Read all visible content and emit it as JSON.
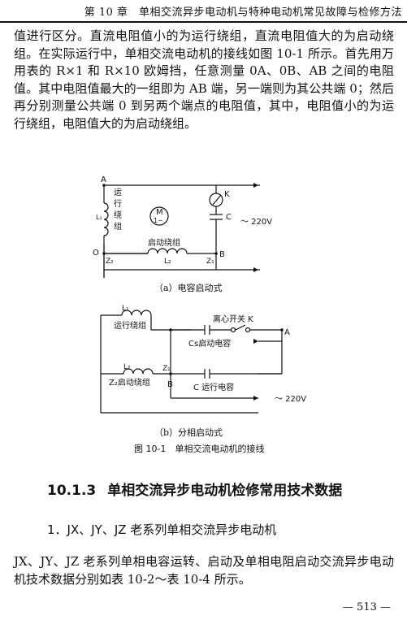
{
  "header": {
    "text": "第 10 章　单相交流异步电动机与特种电动机常见故障与检修方法"
  },
  "paragraph1": "值进行区分。直流电阻值小的为运行绕组，直流电阻值大的为启动绕组。在实际运行中，单相交流电动机的接线如图 10-1 所示。首先用万用表的 R×1 和 R×10 欧姆挡，任意测量 0A、0B、AB 之间的电阻值。其中电阻值最大的一组即为 AB 端，另一端则为其公共端 0；然后再分别测量公共端 0 到另两个端点的电阻值，其中，电阻值小的为运行绕组，电阻值大的为启动绕组。",
  "figure_a": {
    "A": "A",
    "O": "O",
    "B": "B",
    "Z2": "Z₂",
    "Z1": "Z₁",
    "L1": "L₁",
    "L2": "L₂",
    "K": "K",
    "C": "C",
    "run_winding": [
      "运",
      "行",
      "绕",
      "组"
    ],
    "start_winding": "启动绕组",
    "motor_M": "M",
    "motor_sym": "1~",
    "voltage": "～ 220V",
    "caption": "（a）电容启动式"
  },
  "figure_b": {
    "L1": "L₁",
    "L2": "L₂",
    "run_winding": "运行绕组",
    "start_winding": "Z₂启动绕组",
    "Z1": "Z₁",
    "A": "A",
    "B": "B",
    "switch": "离心开关 K",
    "cs": "Cs启动电容",
    "crun": "C 运行电容",
    "voltage": "～ 220V",
    "caption": "（b）分相启动式"
  },
  "figure_caption": "图 10-1　单相交流电动机的接线",
  "section": {
    "number": "10.1.3",
    "title": "单相交流异步电动机检修常用技术数据"
  },
  "subsection": "1．JX、JY、JZ 老系列单相交流异步电动机",
  "paragraph2": "JX、JY、JZ 老系列单相电容运转、启动及单相电阻启动交流异步电动机技术数据分别如表 10-2～表 10-4 所示。",
  "page_number": "— 513 —"
}
